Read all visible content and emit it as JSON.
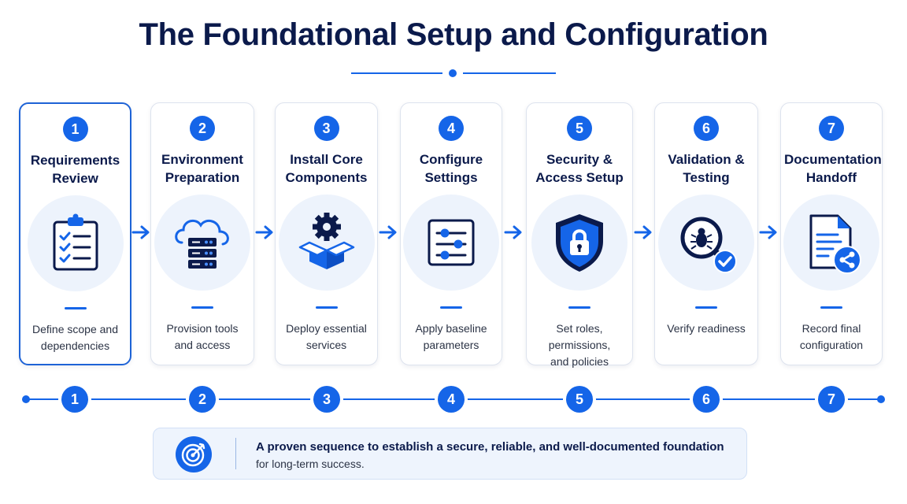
{
  "title": "The Foundational Setup and Configuration",
  "colors": {
    "accent": "#1565e8",
    "navy": "#0b1a4b",
    "icon_bg": "#edf3fc",
    "active_border": "#1e63d6"
  },
  "steps": [
    {
      "number": "1",
      "title": "Requirements\nReview",
      "description": "Define scope and\ndependencies",
      "icon": "clipboard-checklist-icon",
      "active": true
    },
    {
      "number": "2",
      "title": "Environment\nPreparation",
      "description": "Provision tools\nand access",
      "icon": "cloud-server-icon",
      "active": false
    },
    {
      "number": "3",
      "title": "Install Core\nComponents",
      "description": "Deploy essential\nservices",
      "icon": "gear-box-icon",
      "active": false
    },
    {
      "number": "4",
      "title": "Configure\nSettings",
      "description": "Apply baseline\nparameters",
      "icon": "sliders-icon",
      "active": false
    },
    {
      "number": "5",
      "title": "Security &\nAccess Setup",
      "description": "Set roles, permissions,\nand policies",
      "icon": "shield-lock-icon",
      "active": false
    },
    {
      "number": "6",
      "title": "Validation &\nTesting",
      "description": "Verify readiness",
      "icon": "magnifier-bug-icon",
      "active": false
    },
    {
      "number": "7",
      "title": "Documentation\nHandoff",
      "description": "Record final\nconfiguration",
      "icon": "document-share-icon",
      "active": false
    }
  ],
  "timeline": [
    "1",
    "2",
    "3",
    "4",
    "5",
    "6",
    "7"
  ],
  "callout": {
    "icon": "target-icon",
    "line1": "A proven sequence to establish a secure, reliable, and well-documented foundation",
    "line2": "for long-term success."
  }
}
